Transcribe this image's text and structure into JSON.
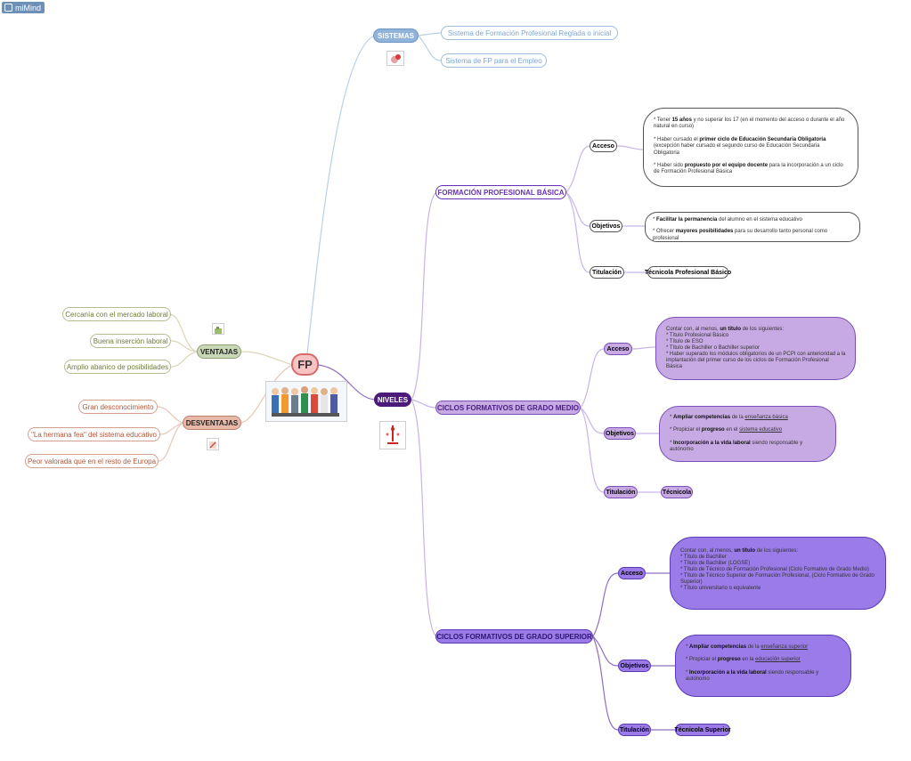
{
  "app": {
    "brand": "miMind"
  },
  "colors": {
    "fp_fill": "#f7c3c3",
    "fp_border": "#d46a6a",
    "sistemas_fill": "#8fb3d9",
    "niveles_fill": "#4b1a7a",
    "basica_text": "#6a2fb8",
    "medio_fill": "#c7a9e3",
    "superior_fill": "#9a7be8",
    "ventajas_fill": "#c9d9b7",
    "desventajas_fill": "#e8b9a8"
  },
  "root": {
    "label": "FP"
  },
  "sistemas": {
    "label": "SISTEMAS",
    "items": [
      "Sistema de Formación Profesional Reglada o inicial",
      "Sistema de FP para el Empleo"
    ]
  },
  "ventajas": {
    "label": "VENTAJAS",
    "items": [
      "Cercanía con el mercado laboral",
      "Buena inserción laboral",
      "Amplio abanico de posibilidades"
    ]
  },
  "desventajas": {
    "label": "DESVENTAJAS",
    "items": [
      "Gran desconocimiento",
      "\"La hermana fea\" del sistema educativo",
      "Peor valorada que en el resto de Europa"
    ]
  },
  "niveles": {
    "label": "NIVELES"
  },
  "basica": {
    "label": "FORMACIÓN PROFESIONAL BÁSICA",
    "acceso": {
      "label": "Acceso",
      "p1": [
        "* Tener ",
        "15 años",
        " y no superar los 17 (en el momento del acceso o durante el año natural en curso)"
      ],
      "p2": [
        "* Haber cursado el ",
        "primer ciclo de Educación Secundaria Obligatoria",
        " (excepción haber cursado el segundo curso de Educación Secundaria Obligatoria"
      ],
      "p3": [
        "* Haber sido ",
        "propuesto por el equipo docente",
        " para la incorporación a un ciclo de Formación Profesional Básica"
      ]
    },
    "objetivos": {
      "label": "Objetivos",
      "p1": [
        "* ",
        "Facilitar la permanencia",
        " del alumno en el sistema educativo"
      ],
      "p2": [
        "* Ofrecer ",
        "mayores posibilidades",
        " para su desarrollo tanto personal como profesional"
      ]
    },
    "titulacion": {
      "label": "Titulación",
      "value": "Técnicola Profesional Básico"
    }
  },
  "medio": {
    "label": "CICLOS FORMATIVOS DE GRADO MEDIO",
    "acceso": {
      "label": "Acceso",
      "intro": [
        "Contar con, al menos, ",
        "un título",
        " de los siguientes:"
      ],
      "lines": [
        "* Título Profesional Básico",
        "* Título de ESO",
        "* Título de Bachiller o Bachiller superior",
        "* Haber superado los módulos obligatorios de un PCPI con anterioridad a la implantación del primer curso de los ciclos de Formación Profesional Básica"
      ]
    },
    "objetivos": {
      "label": "Objetivos",
      "p1": [
        "* ",
        "Ampliar competencias",
        " de la ",
        "enseñanza básica"
      ],
      "p2": [
        "* Propiciar el ",
        "progreso",
        " en el ",
        "sistema educativo"
      ],
      "p3": [
        "* ",
        "Incorporación a la vida laboral",
        " siendo responsable y autónomo"
      ]
    },
    "titulacion": {
      "label": "Titulación",
      "value": "Técnicola"
    }
  },
  "superior": {
    "label": "CICLOS FORMATIVOS DE GRADO SUPERIOR",
    "acceso": {
      "label": "Acceso",
      "intro": [
        "Contar con, al menos, ",
        "un título",
        " de los siguientes:"
      ],
      "lines": [
        "* Título de Bachiller",
        "* Título de Bachiller (LOGSE)",
        "* Título de Técnico de Formación Profesional (Ciclo Formativo de Grado Medio)",
        "* Título de Técnico Superior de Formación Profesional, (Ciclo Formativo de Grado Superior)",
        "* Título universitario o equivalente"
      ]
    },
    "objetivos": {
      "label": "Objetivos",
      "p1": [
        "* ",
        "Ampliar competencias",
        " de la ",
        "enseñanza superior"
      ],
      "p2": [
        "* Propiciar el ",
        "progreso",
        " en la ",
        "educación superior"
      ],
      "p3": [
        "* ",
        "Incorporación a la vida laboral",
        " siendo responsable y autónomo"
      ]
    },
    "titulacion": {
      "label": "Titulación",
      "value": "Técnicola Superior"
    }
  }
}
